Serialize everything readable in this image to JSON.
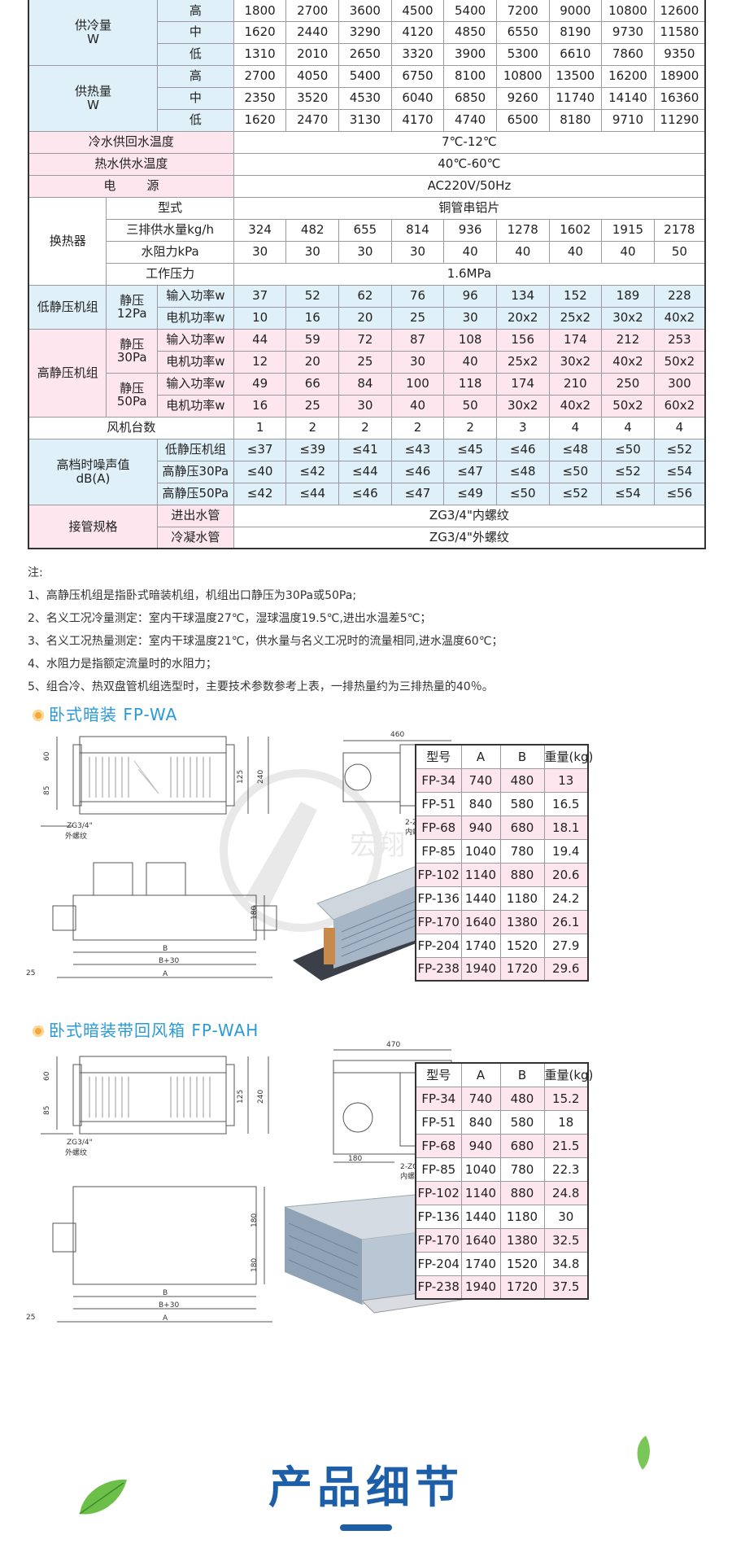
{
  "spec_table": {
    "cooling": {
      "label": "供冷量",
      "unit": "W",
      "rows": [
        {
          "level": "高",
          "values": [
            "1800",
            "2700",
            "3600",
            "4500",
            "5400",
            "7200",
            "9000",
            "10800",
            "12600"
          ]
        },
        {
          "level": "中",
          "values": [
            "1620",
            "2440",
            "3290",
            "4120",
            "4850",
            "6550",
            "8190",
            "9730",
            "11580"
          ]
        },
        {
          "level": "低",
          "values": [
            "1310",
            "2010",
            "2650",
            "3320",
            "3900",
            "5300",
            "6610",
            "7860",
            "9350"
          ]
        }
      ]
    },
    "heating": {
      "label": "供热量",
      "unit": "W",
      "rows": [
        {
          "level": "高",
          "values": [
            "2700",
            "4050",
            "5400",
            "6750",
            "8100",
            "10800",
            "13500",
            "16200",
            "18900"
          ]
        },
        {
          "level": "中",
          "values": [
            "2350",
            "3520",
            "4530",
            "6040",
            "6850",
            "9260",
            "11740",
            "14140",
            "16360"
          ]
        },
        {
          "level": "低",
          "values": [
            "1620",
            "2470",
            "3130",
            "4170",
            "4740",
            "6500",
            "8180",
            "9710",
            "11290"
          ]
        }
      ]
    },
    "chilled_water_temp": {
      "label": "冷水供回水温度",
      "value": "7℃-12℃"
    },
    "hot_water_temp": {
      "label": "热水供水温度",
      "value": "40℃-60℃"
    },
    "power": {
      "label_a": "电",
      "label_b": "源",
      "value": "AC220V/50Hz"
    },
    "exchanger": {
      "label": "换热器",
      "type": {
        "label": "型式",
        "value": "铜管串铝片"
      },
      "flow": {
        "label": "三排供水量kg/h",
        "values": [
          "324",
          "482",
          "655",
          "814",
          "936",
          "1278",
          "1602",
          "1915",
          "2178"
        ]
      },
      "resistance": {
        "label": "水阻力kPa",
        "values": [
          "30",
          "30",
          "30",
          "30",
          "40",
          "40",
          "40",
          "40",
          "50"
        ]
      },
      "pressure": {
        "label": "工作压力",
        "value": "1.6MPa"
      }
    },
    "low_static": {
      "label": "低静压机组",
      "sp_a": "静压",
      "sp_b": "12Pa",
      "input": {
        "label": "输入功率w",
        "values": [
          "37",
          "52",
          "62",
          "76",
          "96",
          "134",
          "152",
          "189",
          "228"
        ]
      },
      "motor": {
        "label": "电机功率w",
        "values": [
          "10",
          "16",
          "20",
          "25",
          "30",
          "20x2",
          "25x2",
          "30x2",
          "40x2"
        ]
      }
    },
    "high_static": {
      "label": "高静压机组",
      "p30": {
        "sp_a": "静压",
        "sp_b": "30Pa",
        "input": {
          "label": "输入功率w",
          "values": [
            "44",
            "59",
            "72",
            "87",
            "108",
            "156",
            "174",
            "212",
            "253"
          ]
        },
        "motor": {
          "label": "电机功率w",
          "values": [
            "12",
            "20",
            "25",
            "30",
            "40",
            "25x2",
            "30x2",
            "40x2",
            "50x2"
          ]
        }
      },
      "p50": {
        "sp_a": "静压",
        "sp_b": "50Pa",
        "input": {
          "label": "输入功率w",
          "values": [
            "49",
            "66",
            "84",
            "100",
            "118",
            "174",
            "210",
            "250",
            "300"
          ]
        },
        "motor": {
          "label": "电机功率w",
          "values": [
            "16",
            "25",
            "30",
            "40",
            "50",
            "30x2",
            "40x2",
            "50x2",
            "60x2"
          ]
        }
      }
    },
    "fans": {
      "label": "风机台数",
      "values": [
        "1",
        "2",
        "2",
        "2",
        "2",
        "3",
        "4",
        "4",
        "4"
      ]
    },
    "noise": {
      "label_a": "高档时噪声值",
      "label_b": "dB(A)",
      "rows": [
        {
          "label": "低静压机组",
          "values": [
            "≤37",
            "≤39",
            "≤41",
            "≤43",
            "≤45",
            "≤46",
            "≤48",
            "≤50",
            "≤52"
          ]
        },
        {
          "label": "高静压30Pa",
          "values": [
            "≤40",
            "≤42",
            "≤44",
            "≤46",
            "≤47",
            "≤48",
            "≤50",
            "≤52",
            "≤54"
          ]
        },
        {
          "label": "高静压50Pa",
          "values": [
            "≤42",
            "≤44",
            "≤46",
            "≤47",
            "≤49",
            "≤50",
            "≤52",
            "≤54",
            "≤56"
          ]
        }
      ]
    },
    "pipes": {
      "label": "接管规格",
      "rows": [
        {
          "label": "进出水管",
          "value": "ZG3/4\"内螺纹"
        },
        {
          "label": "冷凝水管",
          "value": "ZG3/4\"外螺纹"
        }
      ]
    }
  },
  "notes": {
    "title": "注:",
    "items": [
      "1、高静压机组是指卧式暗装机组，机组出口静压为30Pa或50Pa;",
      "2、名义工况冷量测定：室内干球温度27℃，湿球温度19.5℃,进出水温差5℃；",
      "3、名义工况热量测定：室内干球温度21℃，供水量与名义工况时的流量相同,进水温度60℃；",
      "4、水阻力是指额定流量时的水阻力；",
      "5、组合冷、热双盘管机组选型时，主要技术参数参考上表，一排热量约为三排热量的40％。"
    ]
  },
  "section1": {
    "title": "卧式暗装 FP-WA",
    "dims": {
      "w460": "460",
      "d60": "60",
      "d85": "85",
      "d125": "125",
      "d240": "240",
      "d180": "180",
      "zg": "ZG3/4\"",
      "ext": "外螺纹",
      "zg2": "2-ZG3/4\"",
      "int": "内螺纹",
      "b": "B",
      "b30": "B+30",
      "a": "A",
      "d25": "25"
    },
    "watermark": "宏翔",
    "table": {
      "headers": [
        "型号",
        "A",
        "B",
        "重量(kg)"
      ],
      "rows": [
        [
          "FP-34",
          "740",
          "480",
          "13"
        ],
        [
          "FP-51",
          "840",
          "580",
          "16.5"
        ],
        [
          "FP-68",
          "940",
          "680",
          "18.1"
        ],
        [
          "FP-85",
          "1040",
          "780",
          "19.4"
        ],
        [
          "FP-102",
          "1140",
          "880",
          "20.6"
        ],
        [
          "FP-136",
          "1440",
          "1180",
          "24.2"
        ],
        [
          "FP-170",
          "1640",
          "1380",
          "26.1"
        ],
        [
          "FP-204",
          "1740",
          "1520",
          "27.9"
        ],
        [
          "FP-238",
          "1940",
          "1720",
          "29.6"
        ]
      ]
    }
  },
  "section2": {
    "title": "卧式暗装带回风箱 FP-WAH",
    "dims": {
      "w470": "470",
      "d60": "60",
      "d85": "85",
      "d125": "125",
      "d240": "240",
      "d180a": "180",
      "d180b": "180",
      "d180c": "180",
      "zg": "ZG3/4\"",
      "ext": "外螺纹",
      "zg2": "2-ZG3/4\"",
      "int": "内螺纹",
      "b": "B",
      "b30": "B+30",
      "a": "A",
      "d25": "25"
    },
    "table": {
      "headers": [
        "型号",
        "A",
        "B",
        "重量(kg)"
      ],
      "rows": [
        [
          "FP-34",
          "740",
          "480",
          "15.2"
        ],
        [
          "FP-51",
          "840",
          "580",
          "18"
        ],
        [
          "FP-68",
          "940",
          "680",
          "21.5"
        ],
        [
          "FP-85",
          "1040",
          "780",
          "22.3"
        ],
        [
          "FP-102",
          "1140",
          "880",
          "24.8"
        ],
        [
          "FP-136",
          "1440",
          "1180",
          "30"
        ],
        [
          "FP-170",
          "1640",
          "1380",
          "32.5"
        ],
        [
          "FP-204",
          "1740",
          "1520",
          "34.8"
        ],
        [
          "FP-238",
          "1940",
          "1720",
          "37.5"
        ]
      ]
    }
  },
  "footer": {
    "title": "产品细节"
  },
  "colors": {
    "cool": "#dff0f8",
    "pink": "#fde6ee",
    "accent": "#2a9bd6",
    "title": "#1d5ea8",
    "dot": "#f3a83a"
  }
}
